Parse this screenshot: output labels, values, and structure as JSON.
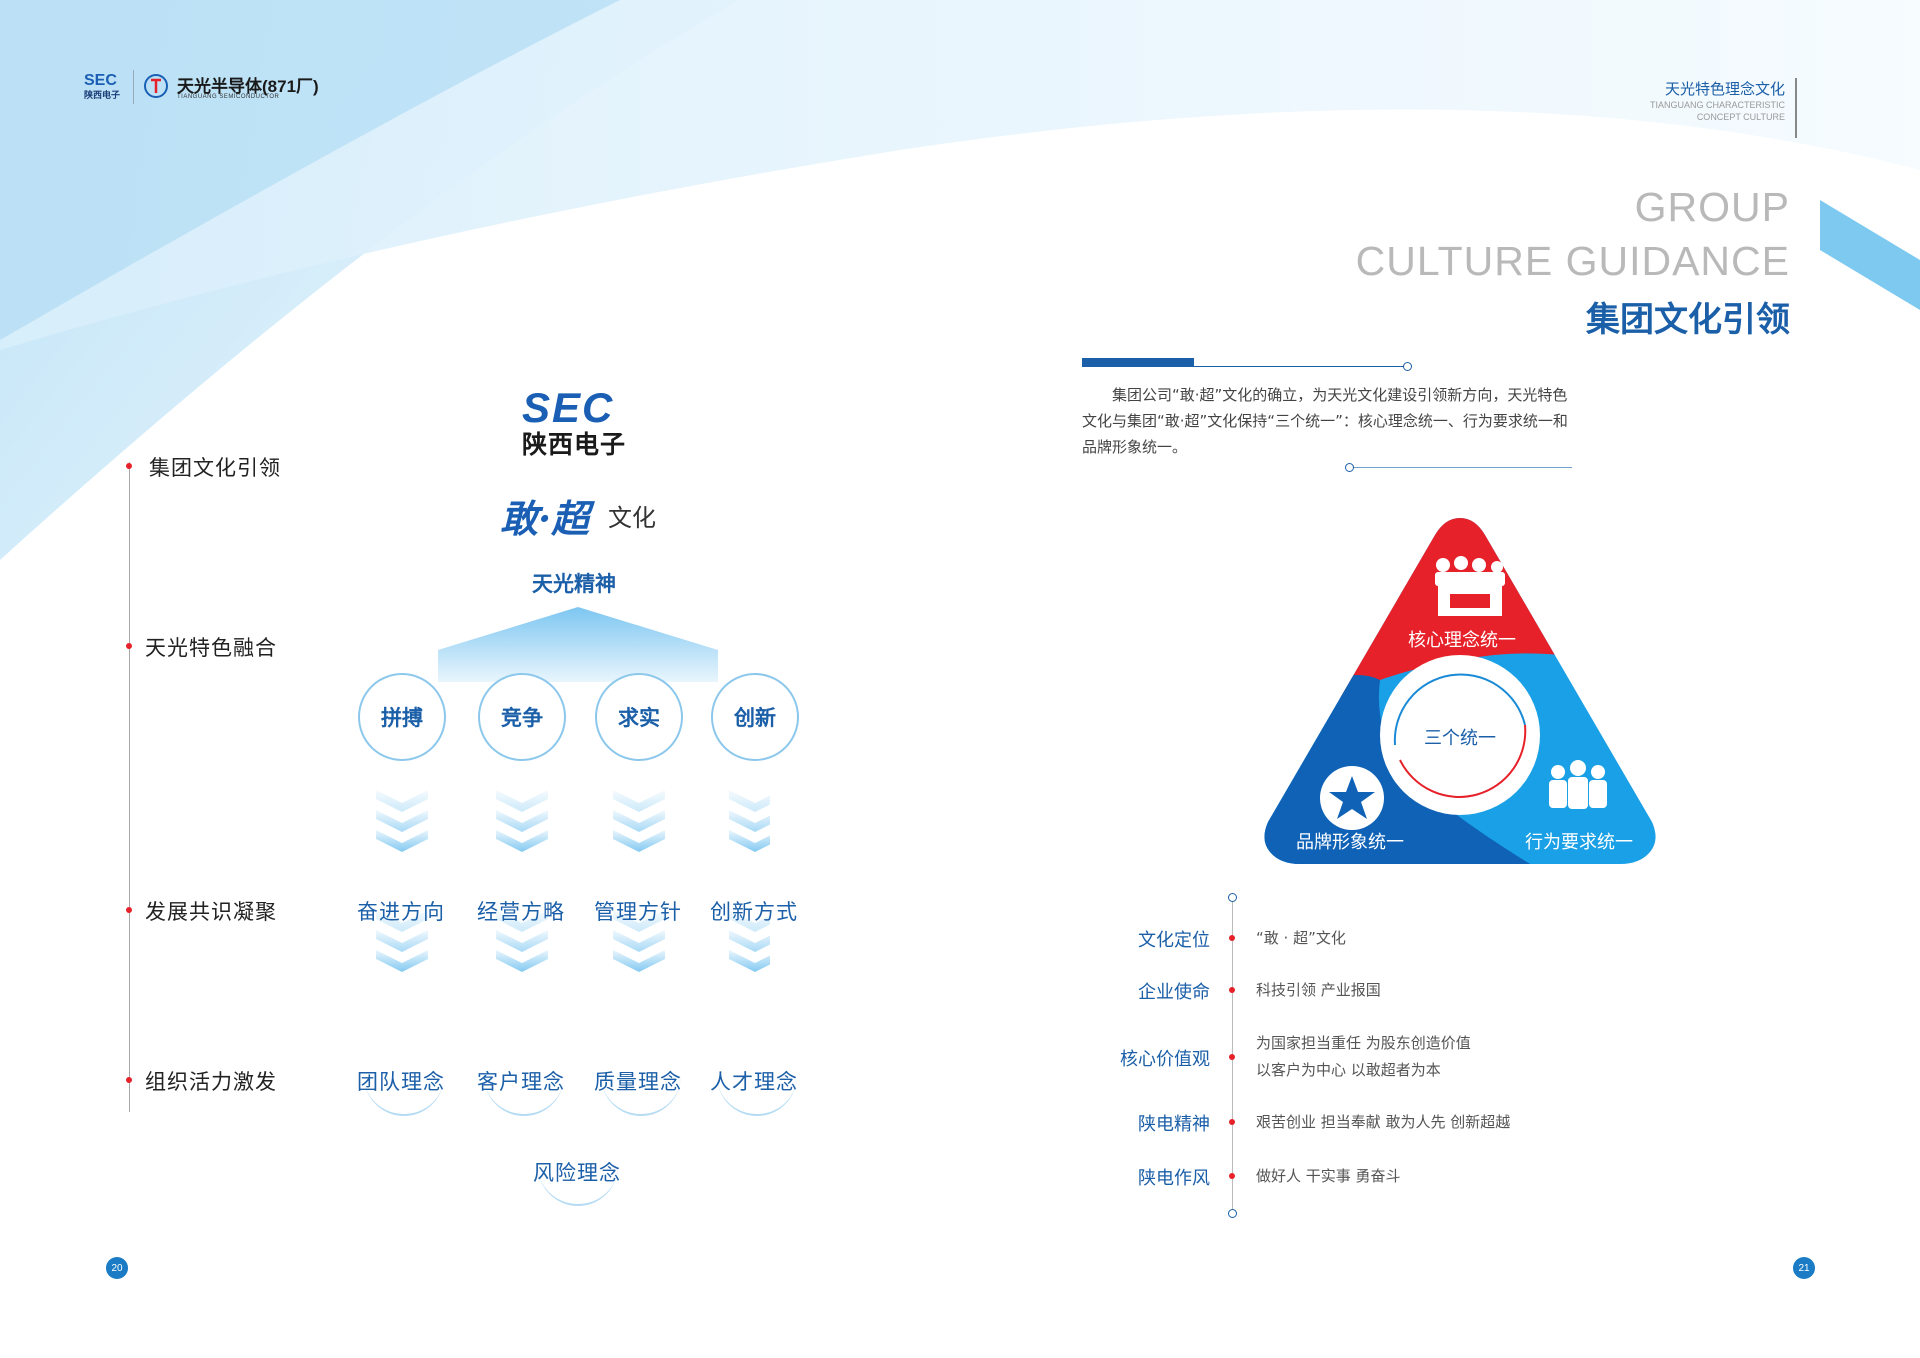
{
  "header": {
    "logo_sec": "SEC",
    "logo_sec_cn": "陕西电子",
    "company_name": "天光半导体(871厂)",
    "company_sub": "TIANGUANG SEMICONDUCTOR",
    "section_title": "天光特色理念文化",
    "section_en_1": "TIANGUANG CHARACTERISTIC",
    "section_en_2": "CONCEPT CULTURE"
  },
  "heading": {
    "en_line1": "GROUP",
    "en_line2": "CULTURE GUIDANCE",
    "cn": "集团文化引领"
  },
  "intro": "集团公司“敢·超”文化的确立，为天光文化建设引领新方向，天光特色文化与集团“敢·超”文化保持“三个统一”：核心理念统一、行为要求统一和品牌形象统一。",
  "timeline": [
    {
      "label": "集团文化引领"
    },
    {
      "label": "天光特色融合"
    },
    {
      "label": "发展共识凝聚"
    },
    {
      "label": "组织活力激发"
    }
  ],
  "sec_logo": {
    "text": "SEC",
    "cn": "陕西电子"
  },
  "gan_chao": {
    "calligraphy": "敢·超",
    "suffix": "文化"
  },
  "spirit": "天光精神",
  "spirit_values": [
    "拼搏",
    "竞争",
    "求实",
    "创新"
  ],
  "consensus": [
    "奋进方向",
    "经营方略",
    "管理方针",
    "创新方式"
  ],
  "concepts": [
    "团队理念",
    "客户理念",
    "质量理念",
    "人才理念"
  ],
  "concept_last": "风险理念",
  "triangle": {
    "center": "三个统一",
    "top": "核心理念统一",
    "left": "品牌形象统一",
    "right": "行为要求统一",
    "colors": {
      "red": "#e6212a",
      "blue": "#0f62b6",
      "light": "#1aa0e6"
    }
  },
  "culture_list": [
    {
      "key": "文化定位",
      "values": [
        "“敢 · 超”文化"
      ]
    },
    {
      "key": "企业使命",
      "values": [
        "科技引领  产业报国"
      ]
    },
    {
      "key": "核心价值观",
      "values": [
        "为国家担当重任  为股东创造价值",
        "以客户为中心  以敢超者为本"
      ]
    },
    {
      "key": "陕电精神",
      "values": [
        "艰苦创业  担当奉献  敢为人先  创新超越"
      ]
    },
    {
      "key": "陕电作风",
      "values": [
        "做好人  干实事  勇奋斗"
      ]
    }
  ],
  "pages": {
    "left": "20",
    "right": "21"
  }
}
